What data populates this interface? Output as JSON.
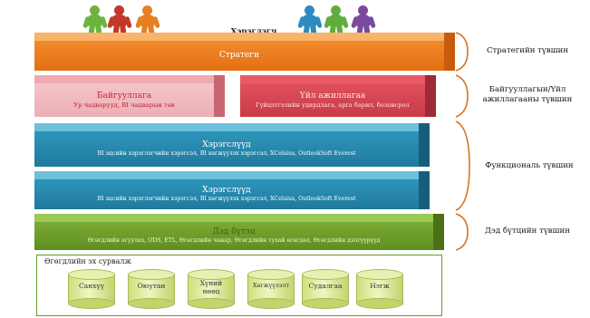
{
  "top_label": "Хэрэглэгч",
  "people_colors": [
    "#6db33f",
    "#c0392b",
    "#e67e22",
    "#2e8bc0",
    "#5fae3d",
    "#7b4a9e"
  ],
  "layers": {
    "strategy": {
      "title": "Стратеги",
      "color": "#ee7a1c"
    },
    "org": {
      "title": "Байгууллага",
      "subtitle": "Ур чадварууд, BI чадварын төв",
      "color": "#d95a6a"
    },
    "ops": {
      "title": "Үйл ажиллагаа",
      "subtitle": "Гүйцэтгэлийн удирдлага, арга барил, боловсрол",
      "color": "#d95a6a"
    },
    "tools1": {
      "title": "Хэрэгслүүд",
      "subtitle": "BI эцсийн хэрэглэгчийн хэрэгсэл, BI хөгжүүлэх хэрэгсэл, XCelsius, OutlookSoft Everest",
      "color": "#2c8fb0"
    },
    "tools2": {
      "title": "Хэрэгслүүд",
      "subtitle": "BI эцсийн хэрэглэгчийн хэрэгсэл, BI хөгжүүлэх хэрэгсэл, XCelsius, OutlookSoft Everest",
      "color": "#2c8fb0"
    },
    "infra": {
      "title": "Дэд бүтэц",
      "subtitle": "Өгөгдлийн агуулах, ODS, ETL, Өгөгдлийн чанар, Өгөгдлийн тухай өгөгдөл, Өгөгдлийн дэлгүүрүүд",
      "color": "#6a9a2a"
    }
  },
  "sources": {
    "title": "Өгөгдлийн эх сурвалж",
    "items": [
      "Санхүү",
      "Оюутан",
      "Хүний нөөц",
      "Хөгжүүлэлт",
      "Судалгаа",
      "Нэгж"
    ]
  },
  "levels": [
    "Стратегийн түвшин",
    "Байгууллагын/Үйл ажиллагааны түвшин",
    "Функциональ түвшин",
    "Дэд бүтцийн түвшин"
  ]
}
